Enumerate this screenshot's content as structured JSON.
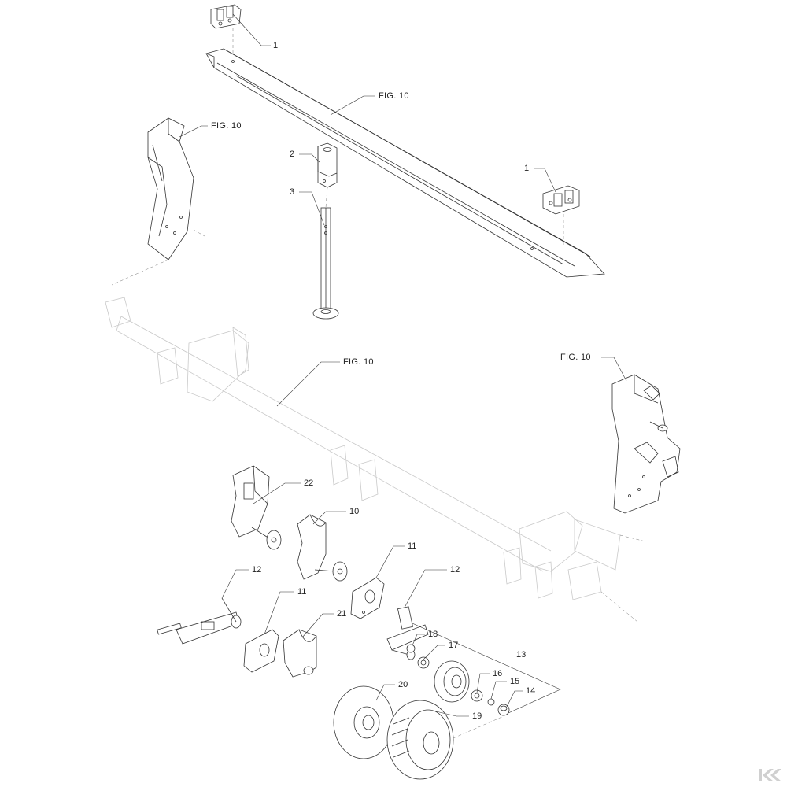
{
  "figure_refs": {
    "top_beam": "FIG. 10",
    "left_arm": "FIG. 10",
    "main_tube": "FIG. 10",
    "right_bracket": "FIG. 10"
  },
  "callouts": {
    "p1_top": "1",
    "p1_right": "1",
    "p2": "2",
    "p3": "3",
    "p10": "10",
    "p11_upper": "11",
    "p11_lower": "11",
    "p12_left": "12",
    "p12_right": "12",
    "p13": "13",
    "p14": "14",
    "p15": "15",
    "p16": "16",
    "p17": "17",
    "p18": "18",
    "p19": "19",
    "p20": "20",
    "p21": "21",
    "p22": "22"
  },
  "icons": {
    "logo": "brand-k-logo-icon"
  },
  "colors": {
    "line": "#333333",
    "ghost": "#c9c9c9",
    "logo": "#d0d0d0"
  }
}
